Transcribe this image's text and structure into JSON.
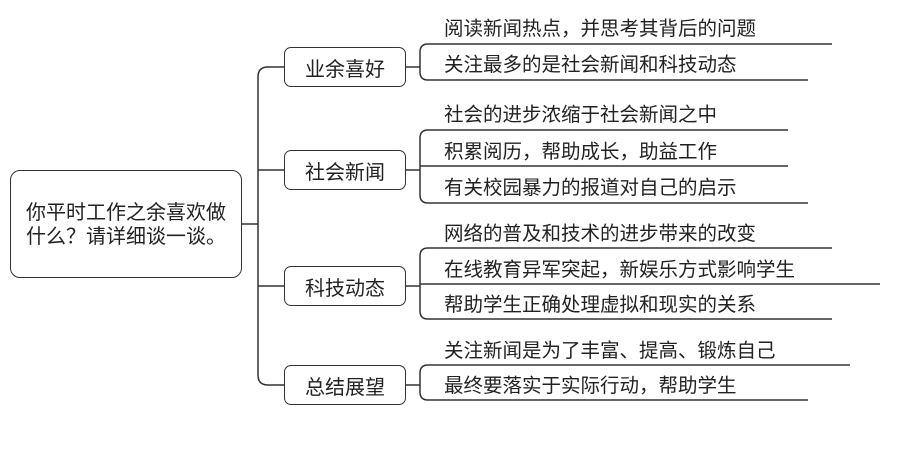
{
  "root": "你平时工作之余喜欢做什么？请详细谈一谈。",
  "branches": [
    {
      "label": "业余喜好",
      "items": [
        "阅读新闻热点，并思考其背后的问题",
        "关注最多的是社会新闻和科技动态"
      ]
    },
    {
      "label": "社会新闻",
      "items": [
        "社会的进步浓缩于社会新闻之中",
        "积累阅历，帮助成长，助益工作",
        "有关校园暴力的报道对自己的启示"
      ]
    },
    {
      "label": "科技动态",
      "items": [
        "网络的普及和技术的进步带来的改变",
        "在线教育异军突起，新娱乐方式影响学生",
        "帮助学生正确处理虚拟和现实的关系"
      ]
    },
    {
      "label": "总结展望",
      "items": [
        "关注新闻是为了丰富、提高、锻炼自己",
        "最终要落实于实际行动，帮助学生"
      ]
    }
  ],
  "colors": {
    "line": "#333333",
    "text": "#222222"
  }
}
